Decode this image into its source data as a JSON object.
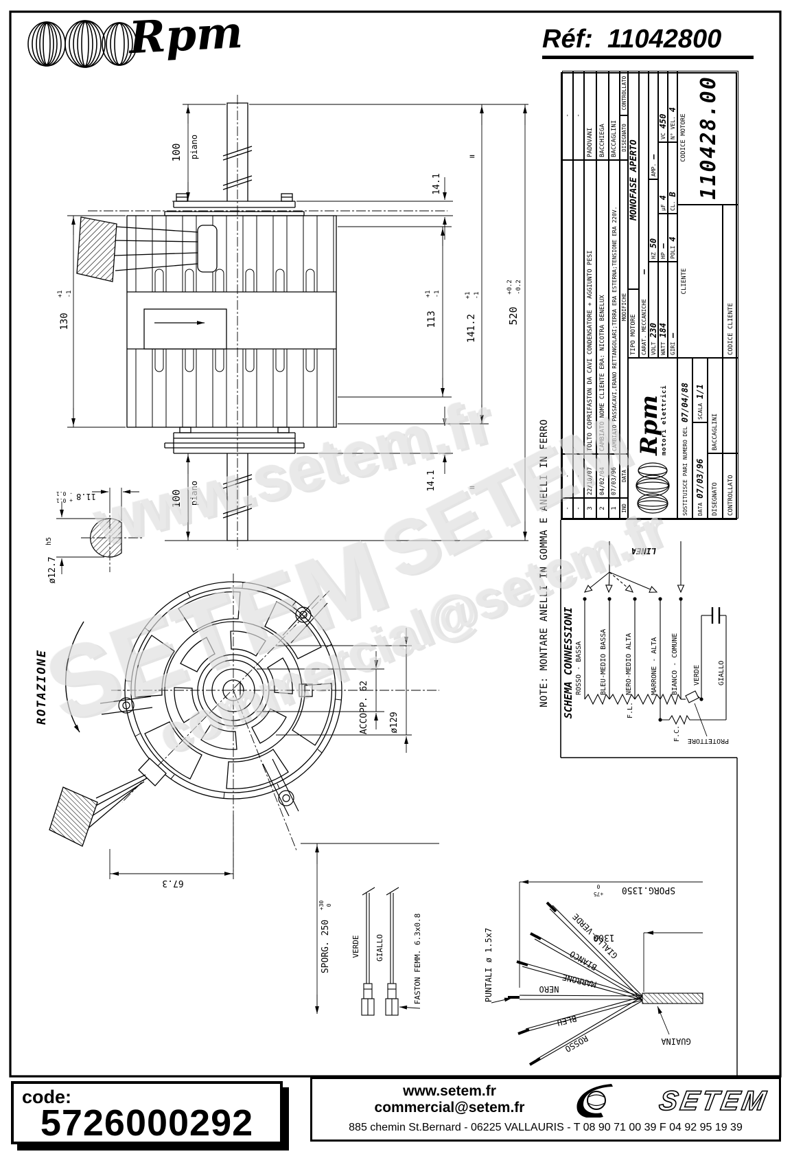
{
  "header": {
    "brand": "Rpm",
    "ref_label": "Réf:",
    "ref_value": "11042800"
  },
  "titleblock": {
    "rev": {
      "h_ind": "IND",
      "h_data": "DATA",
      "h_mod": "MODIFICHE",
      "h_dis": "DISEGNATO",
      "h_con": "CONTROLLATO",
      "rows": [
        {
          "ind": "-",
          "data": "-",
          "mod": "",
          "name": "-"
        },
        {
          "ind": "-",
          "data": "-",
          "mod": "",
          "name": "-"
        },
        {
          "ind": "3",
          "data": "22/10/07",
          "mod": "TOLTO COPRIFASTON DA CAVI CONDENSATORE + AGGIUNTO PESI",
          "name": "PADOVANI"
        },
        {
          "ind": "2",
          "data": "04/02/04",
          "mod": "CAMBIATO NOME CLIENTE ERA: NICOTRA BENELUX",
          "name": "BACCHIEGA"
        },
        {
          "ind": "1",
          "data": "07/03/96",
          "mod": "CAMBIATO PASSACAVI,ERANO RETTANGOLARI;TERRA ERA ESTERNA;TENSIONE ERA 220V.",
          "name": "BACCAGLINI"
        }
      ]
    },
    "logo": {
      "brand": "Rpm",
      "sub": "motori elettrici"
    },
    "admin": {
      "sost_label": "SOSTITUISCE PARI NUMERO DEL",
      "sost_value": "07/04/88",
      "data_label": "DATA",
      "data_value": "07/03/96",
      "scala_label": "SCALA",
      "scala_value": "1/1",
      "dis_label": "DISEGNATO",
      "dis_value": "BACCAGLINI",
      "con_label": "CONTROLLATO",
      "con_value": ""
    },
    "motor": {
      "tipo_label": "TIPO MOTORE",
      "tipo_value": "MONOFASE APERTO",
      "carat_label": "CARAT. MECCANICHE",
      "carat_value": "—",
      "volt_label": "VOLT",
      "volt": "230",
      "hz_label": "HZ",
      "hz": "50",
      "amp_label": "AMP.",
      "amp": "—",
      "watt_label": "WATT",
      "watt": "184",
      "hp_label": "HP",
      "hp": "—",
      "uf_label": "µF",
      "uf": "4",
      "vc_label": "VC",
      "vc": "450",
      "giri_label": "GIRI",
      "giri": "—",
      "poli_label": "POLI",
      "poli": "4",
      "cl_label": "CL.",
      "cl": "B",
      "nvel_label": "N° VEL.",
      "nvel": "4"
    },
    "cliente_label": "CLIENTE",
    "codcli_label": "CODICE CLIENTE",
    "codmot_label": "CODICE MOTORE",
    "codmot_value": "110428.00"
  },
  "note": "NOTE: MONTARE ANELLI IN GOMMA E ANELLI IN FERRO",
  "schema": {
    "title": "SCHEMA CONNESSIONI",
    "linea": "LINEA",
    "fl": "F.L.",
    "fc": "F.C.",
    "protettore": "PROTETTORE",
    "tap_rosso": "ROSSO - BASSA",
    "tap_bleu": "BLEU-MEDIO BASSA",
    "tap_nero": "NERO-MEDIO ALTA",
    "tap_marrone": "MARRONE - ALTA",
    "tap_bianco": "BIANCO - COMUNE"
  },
  "wires": {
    "verde": "VERDE",
    "giallo": "GIALLO",
    "nero": "NERO",
    "bleu": "BLEU",
    "rosso": "ROSSO",
    "marrone": "MARRONE",
    "bianco": "BIANCO",
    "gialloverde": "GIALLO-VERDE",
    "guaina": "GUAINA"
  },
  "dims": {
    "d100": "100",
    "piano": "piano",
    "d141": "14.1",
    "d130": "130",
    "d113": "113",
    "d1412": "141.2",
    "d520": "520",
    "p1": "+1",
    "m1": "-1",
    "p02": "+0.2",
    "m02": "-0.2",
    "eq": "=",
    "d118": "11.8",
    "p01": "+ 0.1",
    "m01": "- 0.1",
    "d127": "ø12.7",
    "h5": "h5",
    "accopp": "ACCOPP. 62",
    "d129": "ø129",
    "d673": "67.3",
    "rotazione": "ROTAZIONE",
    "sporg250": "SPORG. 250",
    "p30": "+30",
    "zero": "0",
    "faston": "FASTON FEMM. 6.3x0.8",
    "puntali": "PUNTALI ø 1.5x7",
    "sporg1350": "SPORG.1350",
    "p75": "+75",
    "d1300": "1300"
  },
  "watermarks": {
    "w1": "www.setem.fr",
    "w2": "SETEM",
    "w3": "commercial@setem.fr",
    "w4": "SETEM"
  },
  "footer": {
    "code_label": "code:",
    "code_value": "5726000292",
    "web": "www.setem.fr",
    "email": "commercial@setem.fr",
    "brand": "SETEM",
    "address": "885 chemin St.Bernard  -  06225 VALLAURIS  -  T 08 90 71 00 39   F 04 92 95 19 39"
  }
}
